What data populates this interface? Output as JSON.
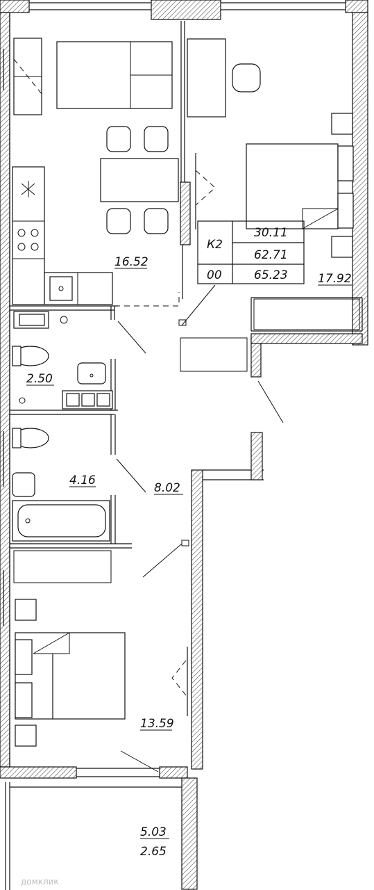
{
  "plan": {
    "apartment_code": "К2",
    "apartment_code_2": "00",
    "living_area": "30.11",
    "total_area": "62.71",
    "total_area_with_balcony": "65.23"
  },
  "rooms": {
    "kitchen_living": "16.52",
    "bedroom_1": "17.92",
    "wc": "2.50",
    "bathroom": "4.16",
    "hall": "8.02",
    "bedroom_2": "13.59",
    "balcony_area": "5.03",
    "balcony_area_reduced": "2.65"
  },
  "watermark": "домклик"
}
